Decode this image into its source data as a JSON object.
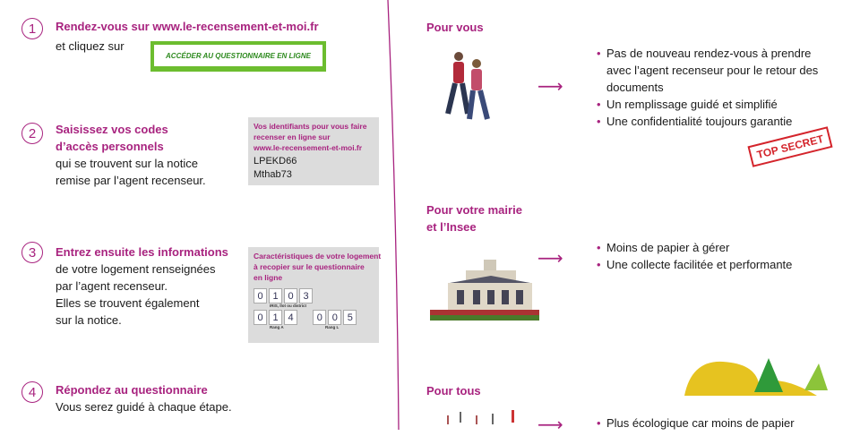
{
  "steps": [
    {
      "num": "1",
      "title": "Rendez-vous sur www.le-recensement-et-moi.fr",
      "lines": [
        "et cliquez sur"
      ],
      "button": "ACCÉDER AU QUESTIONNAIRE EN LIGNE"
    },
    {
      "num": "2",
      "title_lines": [
        "Saisissez vos codes",
        "d’accès personnels"
      ],
      "lines": [
        "qui se trouvent sur la notice",
        "remise par l’agent recenseur."
      ],
      "box": {
        "heading_lines": [
          "Vos identifiants pour vous faire",
          "recenser en ligne sur",
          "www.le-recensement-et-moi.fr"
        ],
        "codes": [
          "LPEKD66",
          "Mthab73"
        ]
      }
    },
    {
      "num": "3",
      "title": "Entrez ensuite les informations",
      "lines": [
        "de votre logement renseignées",
        "par l’agent recenseur.",
        "Elles se trouvent également",
        "sur la notice."
      ],
      "box": {
        "heading_lines": [
          "Caractéristiques de votre logement",
          "à recopier sur le questionnaire",
          "en ligne"
        ],
        "iris_digits": [
          "0",
          "1",
          "0",
          "3"
        ],
        "iris_label": "IRIS, îlot ou district",
        "rang_a_digits": [
          "0",
          "1",
          "4"
        ],
        "rang_a_label": "Rang A",
        "rang_l_digits": [
          "0",
          "0",
          "5"
        ],
        "rang_l_label": "Rang L"
      }
    },
    {
      "num": "4",
      "title": "Répondez au questionnaire",
      "lines": [
        "Vous serez guidé à chaque étape."
      ]
    }
  ],
  "benefits": [
    {
      "title_lines": [
        "Pour vous"
      ],
      "items": [
        "Pas de nouveau rendez-vous à prendre avec l’agent recenseur pour le retour des documents",
        "Un remplissage guidé et simplifié",
        "Une confidentialité toujours garantie"
      ],
      "stamp": "TOP SECRET"
    },
    {
      "title_lines": [
        "Pour votre mairie",
        "et l’Insee"
      ],
      "items": [
        "Moins de papier à gérer",
        "Une collecte facilitée et performante"
      ]
    },
    {
      "title_lines": [
        "Pour tous"
      ],
      "items": [
        "Plus écologique car moins de papier"
      ]
    }
  ],
  "arrow": "⟶",
  "colors": {
    "accent": "#a8237f",
    "green": "#6cbd2f",
    "grey": "#dcdcdc"
  }
}
